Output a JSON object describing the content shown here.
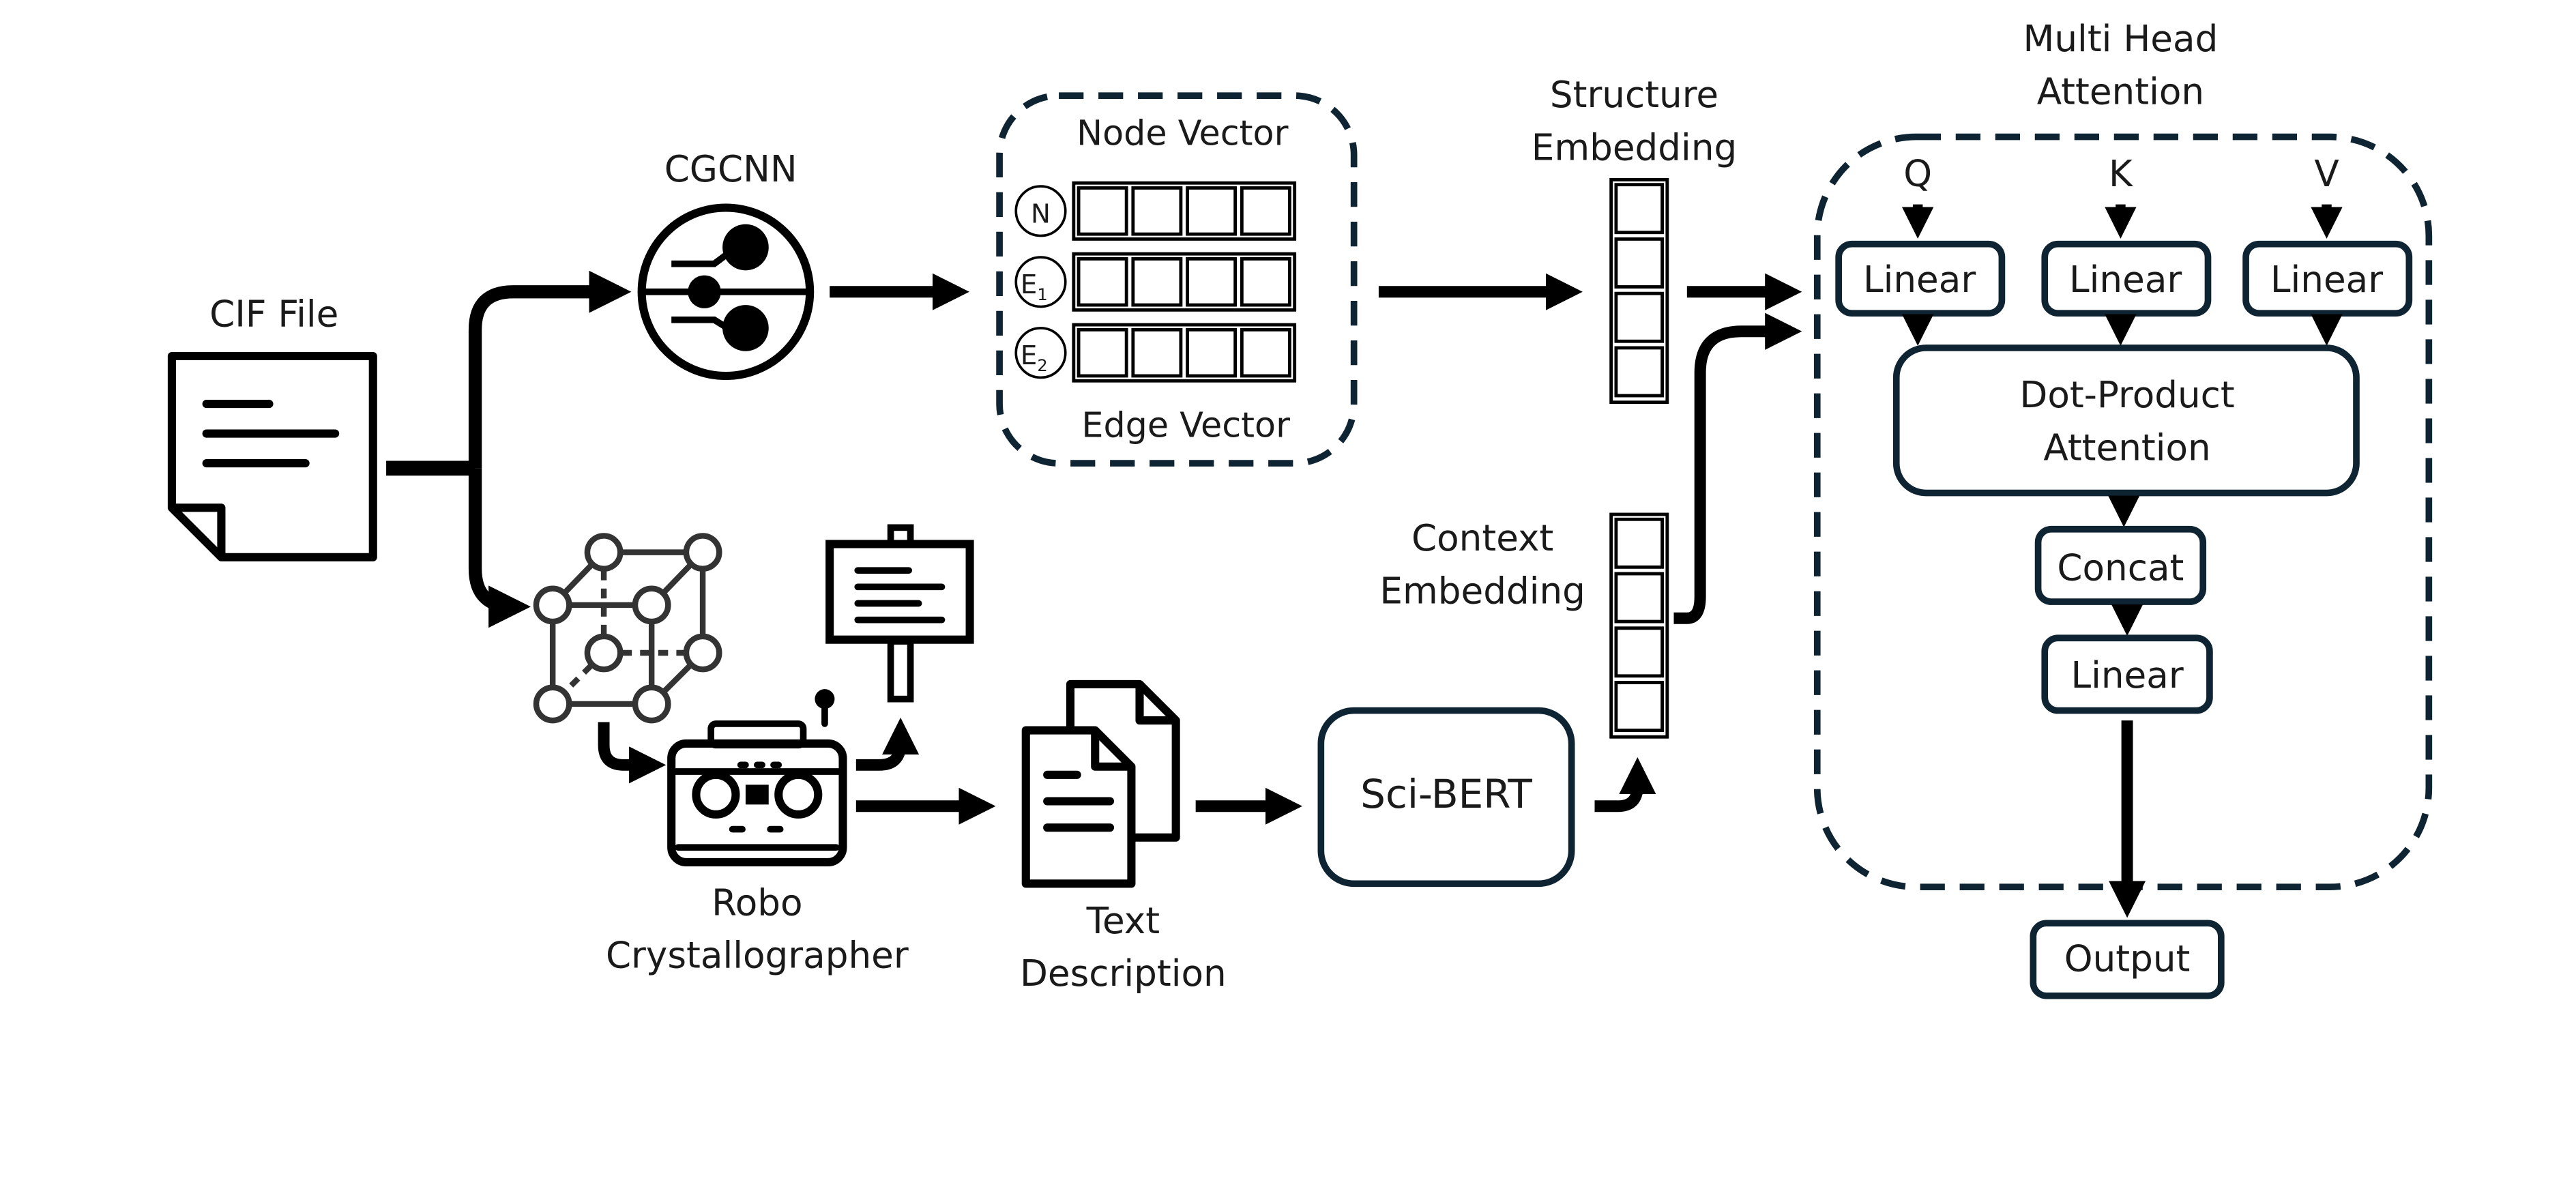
{
  "labels": {
    "cif_file": "CIF File",
    "cgcnn": "CGCNN",
    "node_vector": "Node Vector",
    "edge_vector": "Edge Vector",
    "node_letter": "N",
    "edge1_letter": "E",
    "edge1_sub": "1",
    "edge2_letter": "E",
    "edge2_sub": "2",
    "structure_embedding_line1": "Structure",
    "structure_embedding_line2": "Embedding",
    "context_embedding_line1": "Context",
    "context_embedding_line2": "Embedding",
    "robo_line1": "Robo",
    "robo_line2": "Crystallographer",
    "text_desc_line1": "Text",
    "text_desc_line2": "Description",
    "scibert": "Sci-BERT",
    "mha_line1": "Multi Head",
    "mha_line2": "Attention",
    "q": "Q",
    "k": "K",
    "v": "V",
    "linear_q": "Linear",
    "linear_k": "Linear",
    "linear_v": "Linear",
    "dot_line1": "Dot-Product",
    "dot_line2": "Attention",
    "concat": "Concat",
    "linear_out": "Linear",
    "output": "Output"
  },
  "icons": {
    "document": "document-icon",
    "cgcnn": "graph-network-icon",
    "crystal": "crystal-lattice-icon",
    "robot": "robot-icon",
    "sign": "signboard-icon",
    "text_docs": "text-documents-icon"
  },
  "colors": {
    "stroke": "#0f2433",
    "arrow": "#000000",
    "text": "#1a1a1a"
  }
}
